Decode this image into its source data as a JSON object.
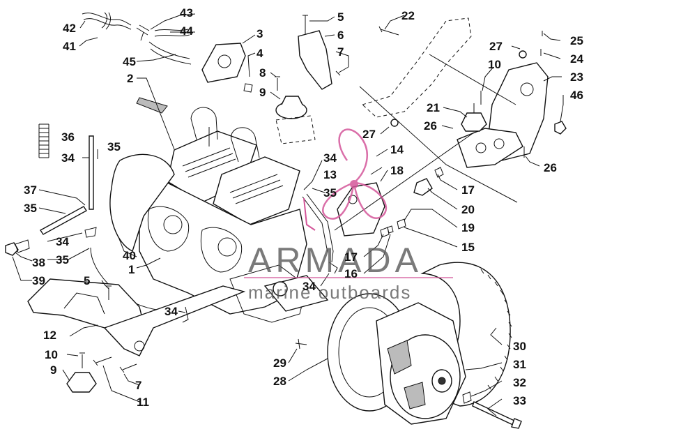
{
  "watermark": {
    "brand": "ARMADA",
    "tagline": "marine outboards",
    "accent_color": "#d4569a",
    "text_color": "#5a5a5a"
  },
  "callouts": {
    "c1": "1",
    "c2": "2",
    "c3": "3",
    "c4": "4",
    "c5a": "5",
    "c5b": "5",
    "c6": "6",
    "c7a": "7",
    "c7b": "7",
    "c8": "8",
    "c9a": "9",
    "c9b": "9",
    "c10a": "10",
    "c10b": "10",
    "c11": "11",
    "c12": "12",
    "c13": "13",
    "c14": "14",
    "c15": "15",
    "c16": "16",
    "c17a": "17",
    "c17b": "17",
    "c18": "18",
    "c19": "19",
    "c20": "20",
    "c21": "21",
    "c22": "22",
    "c23": "23",
    "c24": "24",
    "c25": "25",
    "c26a": "26",
    "c26b": "26",
    "c27a": "27",
    "c27b": "27",
    "c28": "28",
    "c29": "29",
    "c30": "30",
    "c31": "31",
    "c32": "32",
    "c33": "33",
    "c34a": "34",
    "c34b": "34",
    "c34c": "34",
    "c34d": "34",
    "c34e": "34",
    "c35a": "35",
    "c35b": "35",
    "c35c": "35",
    "c35d": "35",
    "c36": "36",
    "c37": "37",
    "c38": "38",
    "c39": "39",
    "c40": "40",
    "c41": "41",
    "c42": "42",
    "c43": "43",
    "c44": "44",
    "c45": "45",
    "c46": "46"
  }
}
